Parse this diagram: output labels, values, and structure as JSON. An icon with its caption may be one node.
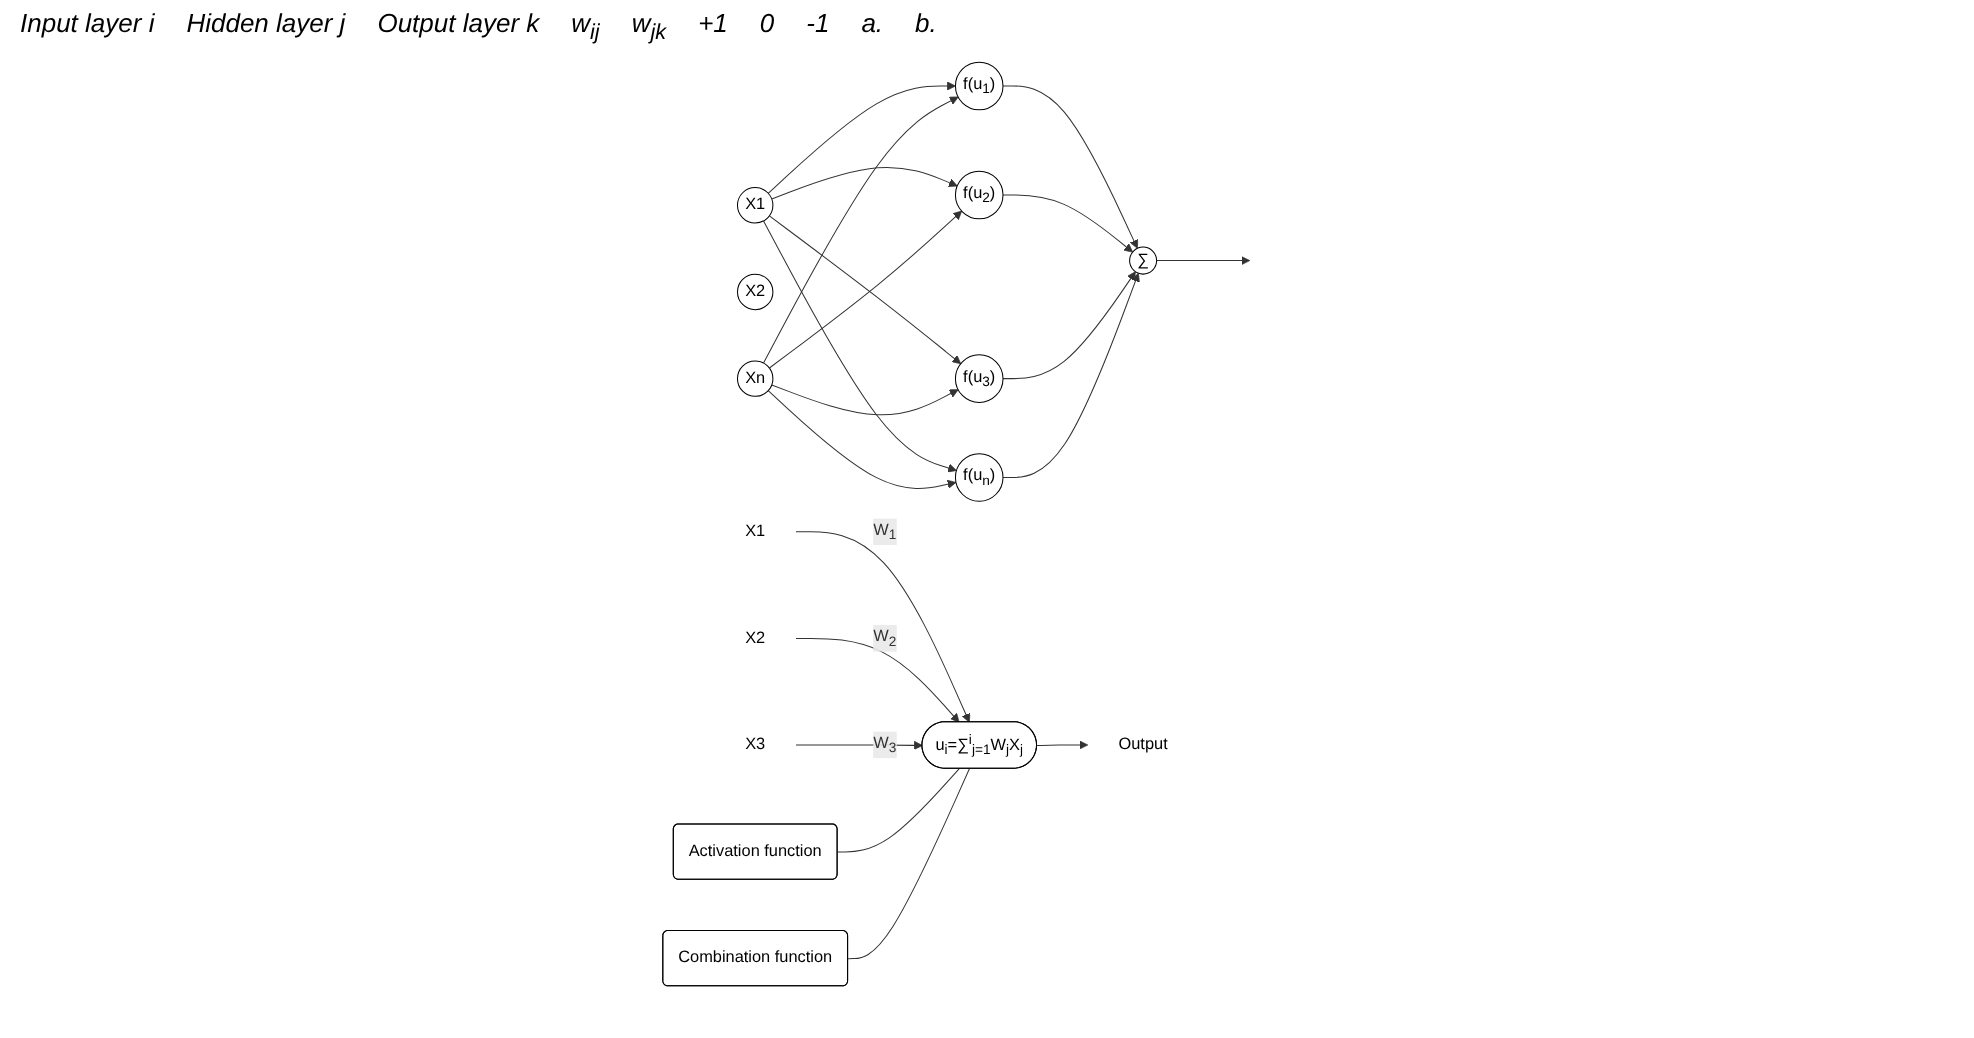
{
  "diagram": {
    "nodes": [
      {
        "text": [
          "X1"
        ]
      },
      {
        "text": [
          "X2"
        ]
      },
      {
        "text": [
          "Xn"
        ]
      },
      {
        "text": [
          "f(u$_{1}$)"
        ]
      },
      {
        "text": [
          "f(u$_{2}$)"
        ]
      },
      {
        "text": [
          "f(u$_{3}$)"
        ]
      },
      {
        "text": [
          "f(u$_{n}$)"
        ]
      },
      {
        "text": [
          "∑"
        ]
      },
      {
        "text": [
          "X1"
        ]
      },
      {
        "text": [
          "X2"
        ]
      },
      {
        "text": [
          "X3"
        ]
      },
      {
        "text": [
          "u$_{i}$=∑$^{i}$$_{j=1}$W$_{j}$X$_{j}$"
        ]
      },
      {
        "text": [
          "Output"
        ]
      },
      {
        "text": [
          "Activation function"
        ]
      },
      {
        "text": [
          "Combination function"
        ]
      }
    ],
    "edges": [
      {
        "from": 0,
        "to": 3,
        "arrow": "to"
      },
      {
        "from": 0,
        "to": 4,
        "arrow": "to"
      },
      {
        "from": 0,
        "to": 5,
        "arrow": "to"
      },
      {
        "from": 0,
        "to": 6,
        "arrow": "to"
      },
      {
        "from": 2,
        "to": 3,
        "arrow": "to"
      },
      {
        "from": 2,
        "to": 4,
        "arrow": "to"
      },
      {
        "from": 2,
        "to": 5,
        "arrow": "to"
      },
      {
        "from": 2,
        "to": 6,
        "arrow": "to"
      },
      {
        "from": 3,
        "to": 7,
        "arrow": "to"
      },
      {
        "from": 4,
        "to": 7,
        "arrow": "to"
      },
      {
        "from": 5,
        "to": 7,
        "arrow": "to"
      },
      {
        "from": 6,
        "to": 7,
        "arrow": "to"
      },
      {
        "from": 7,
        "to": null,
        "arrow": "to"
      },
      {
        "from": 8,
        "to": 11,
        "arrow": "to",
        "label": "W$_{1}$"
      },
      {
        "from": 9,
        "to": 11,
        "arrow": "to",
        "label": "W$_{2}$"
      },
      {
        "from": 10,
        "to": 11,
        "arrow": "to",
        "label": "W$_{3}$"
      },
      {
        "from": 11,
        "to": 12,
        "arrow": "to"
      },
      {
        "from": 13,
        "to": 11,
        "arrow": "none"
      },
      {
        "from": 14,
        "to": 11,
        "arrow": "none"
      }
    ],
    "labels": [
      "Input layer i",
      "Hidden layer j",
      "Output layer k",
      "w$_{ij}$",
      "w$_{jk}$",
      "+1",
      "0",
      "-1",
      "a.",
      "b."
    ]
  }
}
